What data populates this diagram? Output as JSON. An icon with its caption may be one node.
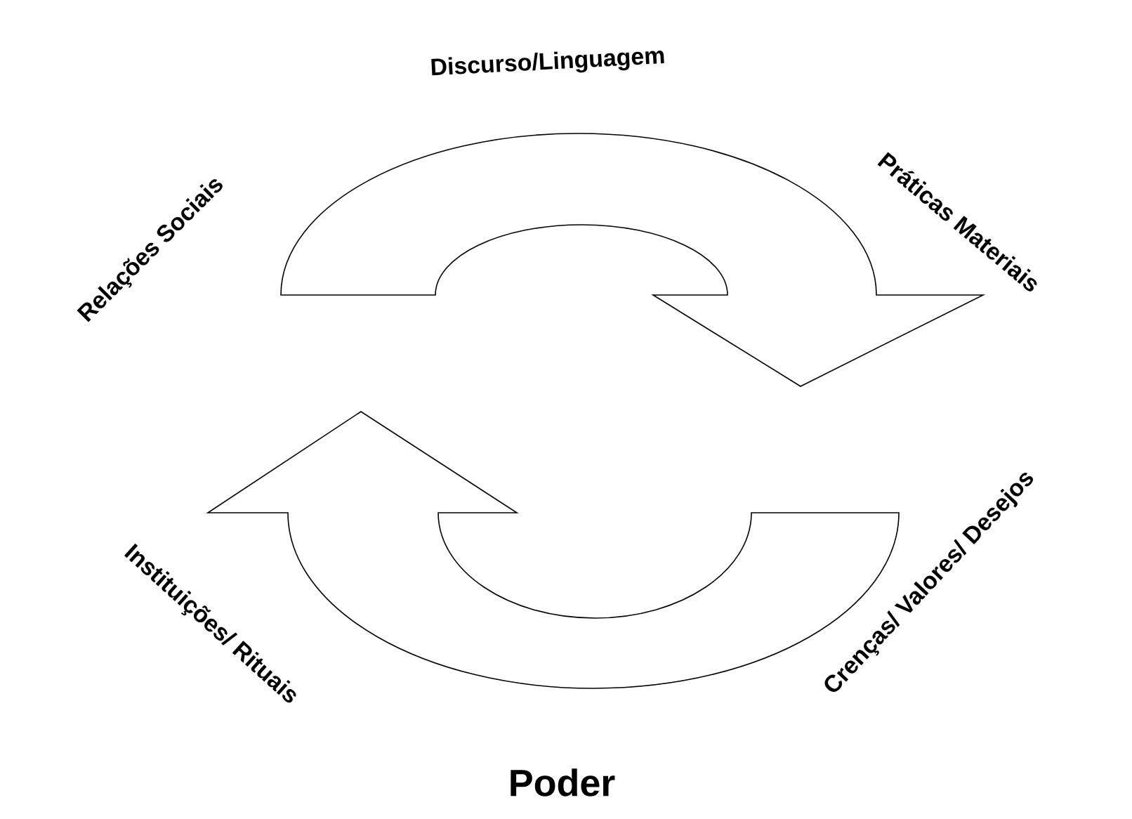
{
  "diagram": {
    "labels": [
      "Relações Sociais",
      "Discurso/Linguagem",
      "Práticas Materiais",
      "Crenças/ Valores/ Desejos",
      "Poder",
      "Instituições/ Rituais"
    ]
  }
}
